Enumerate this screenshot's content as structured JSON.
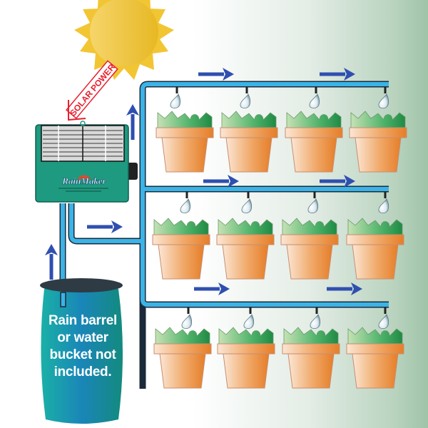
{
  "diagram": {
    "type": "solar drip irrigation system",
    "labels": {
      "solar_power": "SOLAR POWER",
      "brand_logo": "RainMaker",
      "barrel_note": [
        "Rain barrel",
        "or water",
        "bucket not",
        "included."
      ]
    },
    "components": {
      "sun": "sun",
      "controller": "solar-powered pump controller",
      "reservoir": "rain barrel",
      "plants": {
        "rows": 3,
        "per_row": 4
      },
      "drip_emitters": 12
    },
    "colors": {
      "pipe": "#3bb3e6",
      "pipe_outline": "#1a2a3a",
      "arrow": "#2f4fb0",
      "solar_label": "#e8202e",
      "sun": "#f2c533",
      "controller_body": "#1e9a80",
      "barrel": "#1f9fa8",
      "pot": "#e9934f",
      "foliage": "#3da05a",
      "background_edge": "#9fc4a8"
    }
  }
}
